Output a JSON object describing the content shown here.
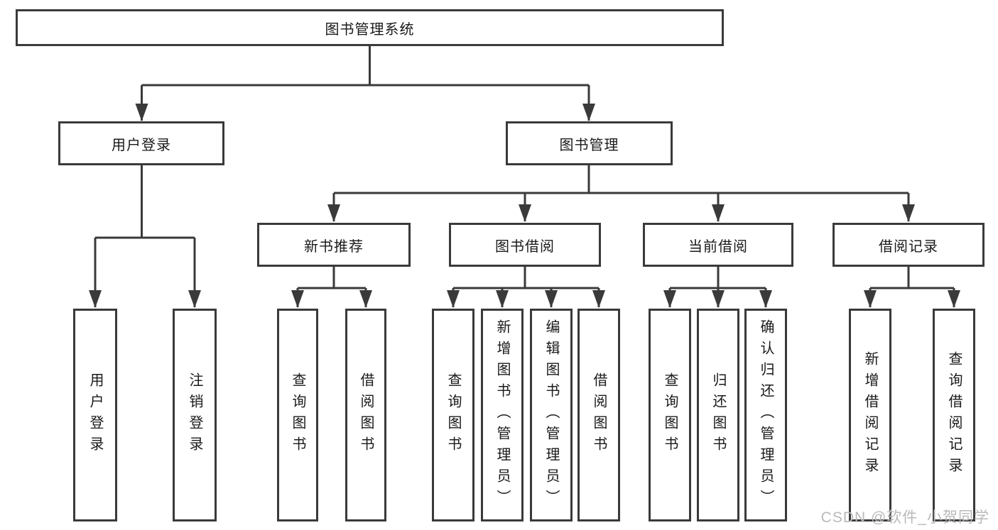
{
  "tree": {
    "root": {
      "label": "图书管理系统"
    },
    "branches": [
      {
        "label": "用户登录",
        "children": [
          {
            "label": "用户登录"
          },
          {
            "label": "注销登录"
          }
        ]
      },
      {
        "label": "图书管理",
        "children": [
          {
            "label": "新书推荐",
            "children": [
              {
                "label": "查询图书"
              },
              {
                "label": "借阅图书"
              }
            ]
          },
          {
            "label": "图书借阅",
            "children": [
              {
                "label": "查询图书"
              },
              {
                "label": "新增图书（管理员）"
              },
              {
                "label": "编辑图书（管理员）"
              },
              {
                "label": "借阅图书"
              }
            ]
          },
          {
            "label": "当前借阅",
            "children": [
              {
                "label": "查询图书"
              },
              {
                "label": "归还图书"
              },
              {
                "label": "确认归还（管理员）"
              }
            ]
          },
          {
            "label": "借阅记录",
            "children": [
              {
                "label": "新增借阅记录"
              },
              {
                "label": "查询借阅记录"
              }
            ]
          }
        ]
      }
    ]
  },
  "watermark": "CSDN @软件_小贺同学",
  "colors": {
    "line": "#3a3a3a",
    "border": "#3a3a3a",
    "fill": "#ffffff",
    "text": "#1a1a1a",
    "watermark": "#b9b9b9",
    "background": "#ffffff"
  }
}
